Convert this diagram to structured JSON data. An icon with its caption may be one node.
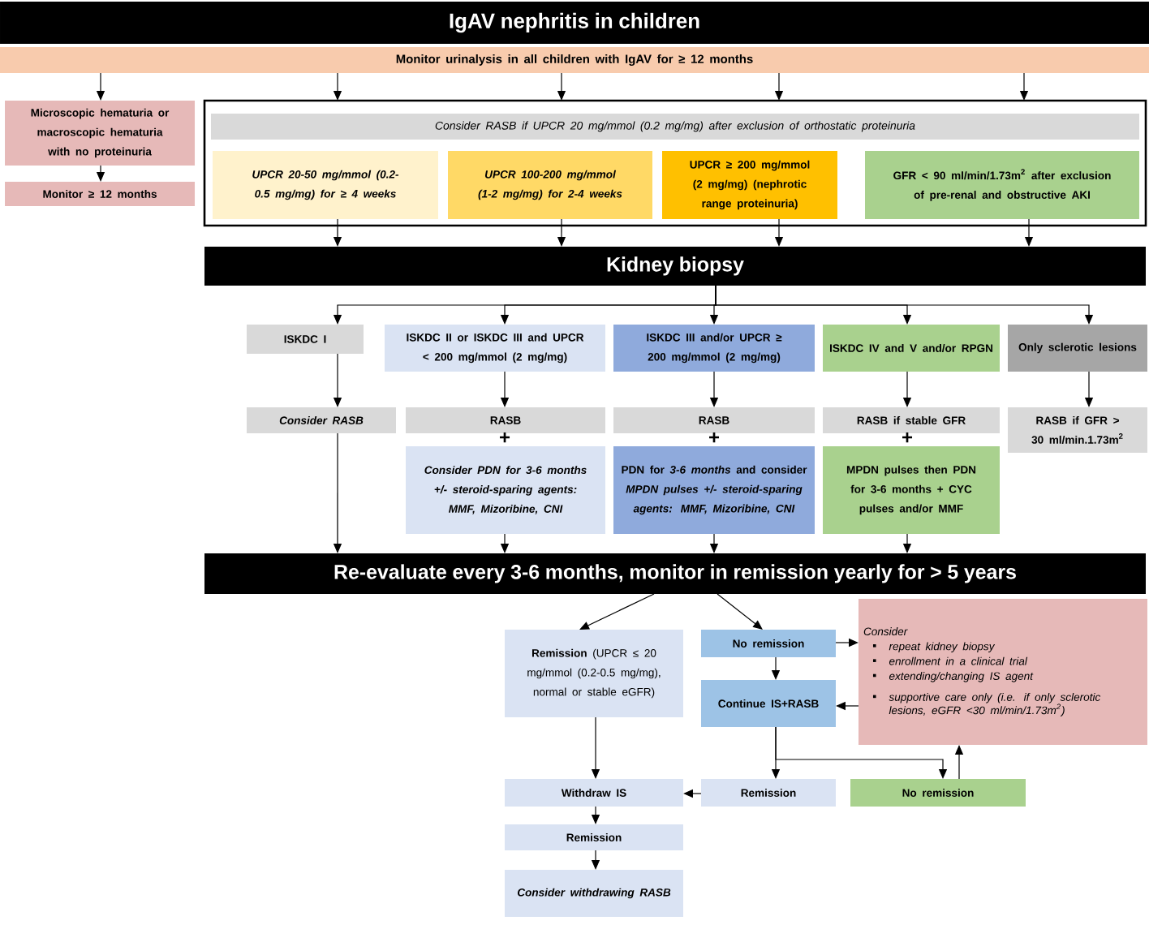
{
  "diagram": {
    "nodes": [
      {
        "text": [
          "IgAV nephritis in children"
        ]
      },
      {
        "text": [
          "Monitor urinalysis in all children with IgAV for ≥ 12 months"
        ]
      },
      {
        "text": [
          "Microscopic hematuria or macroscopic hematuria with no proteinuria"
        ]
      },
      {
        "text": [
          "Monitor ≥ 12 months"
        ]
      },
      {
        "text": [],
        "shape": "box"
      },
      {
        "text": [
          "Consider RASB if UPCR 20 mg/mmol (0.2 mg/mg) after exclusion of orthostatic proteinuria"
        ],
        "in": 4
      },
      {
        "text": [
          "UPCR 20-50 mg/mmol (0.2-0.5 mg/mg) for ≥ 4 weeks"
        ],
        "in": 4
      },
      {
        "text": [
          "UPCR 100-200 mg/mmol (1-2 mg/mg) for 2-4 weeks"
        ],
        "in": 4
      },
      {
        "text": [
          "UPCR ≥ 200 mg/mmol (2 mg/mg) (nephrotic range proteinuria)"
        ],
        "in": 4
      },
      {
        "text": [
          "GFR < 90 ml/min/1.73m$^{2}$ after exclusion of pre-renal and obstructive AKI"
        ],
        "in": 4
      },
      {
        "text": [
          "Kidney biopsy"
        ]
      },
      {
        "text": [
          "ISKDC I"
        ]
      },
      {
        "text": [
          "ISKDC II or ISKDC III and UPCR < 200 mg/mmol (2 mg/mg)"
        ]
      },
      {
        "text": [
          "ISKDC III and/or UPCR ≥ 200 mg/mmol (2 mg/mg)"
        ]
      },
      {
        "text": [
          "ISKDC IV and V and/or RPGN"
        ]
      },
      {
        "text": [
          "Only sclerotic lesions"
        ]
      },
      {
        "text": [
          "Consider RASB"
        ]
      },
      {
        "text": [
          "RASB"
        ]
      },
      {
        "text": [
          "RASB"
        ]
      },
      {
        "text": [
          "RASB if stable GFR"
        ]
      },
      {
        "text": [
          "RASB if GFR > 30 ml/min.1.73m$^{2}$"
        ]
      },
      {
        "text": [
          "Consider PDN for 3-6 months +/- steroid-sparing agents: MMF, Mizoribine, CNI"
        ]
      },
      {
        "text": [
          "PDN for *3-6 months* and consider *MPDN pulses +/- steroid-sparing agents: MMF, Mizoribine, CNI*"
        ]
      },
      {
        "text": [
          "MPDN pulses then PDN for 3-6 months + CYC pulses and/or MMF"
        ]
      },
      {
        "text": [
          "Re-evaluate every 3-6 months, monitor in remission yearly for > 5 years"
        ]
      },
      {
        "text": [
          "**Remission** (UPCR ≤ 20 mg/mmol (0.2-0.5 mg/mg), normal or stable eGFR)"
        ]
      },
      {
        "text": [
          "No remission"
        ]
      },
      {
        "text": [
          "Consider",
          "repeat kidney biopsy",
          "enrollment in a clinical trial",
          "extending/changing IS agent",
          "supportive care only (i.e. if only sclerotic lesions, eGFR <30 ml/min/1.73m$^{2}$)"
        ]
      },
      {
        "text": [
          "Continue IS+RASB"
        ]
      },
      {
        "text": [
          "Withdraw IS"
        ]
      },
      {
        "text": [
          "Remission"
        ]
      },
      {
        "text": [
          "No remission"
        ]
      },
      {
        "text": [
          "Remission"
        ]
      },
      {
        "text": [
          "Consider withdrawing RASB"
        ]
      }
    ],
    "edges": [
      {
        "from": 1,
        "to": 2,
        "arrow": "to"
      },
      {
        "from": 1,
        "to": 4,
        "arrow": "to"
      },
      {
        "from": 1,
        "to": 4,
        "arrow": "to"
      },
      {
        "from": 1,
        "to": 4,
        "arrow": "to"
      },
      {
        "from": 1,
        "to": 4,
        "arrow": "to"
      },
      {
        "from": 2,
        "to": 3,
        "arrow": "to"
      },
      {
        "from": 6,
        "to": 10,
        "arrow": "to"
      },
      {
        "from": 7,
        "to": 10,
        "arrow": "to"
      },
      {
        "from": 8,
        "to": 10,
        "arrow": "to"
      },
      {
        "from": 9,
        "to": 10,
        "arrow": "to"
      },
      {
        "from": 10,
        "to": 11,
        "arrow": "to"
      },
      {
        "from": 10,
        "to": 12,
        "arrow": "to"
      },
      {
        "from": 10,
        "to": 13,
        "arrow": "to"
      },
      {
        "from": 10,
        "to": 14,
        "arrow": "to"
      },
      {
        "from": 10,
        "to": 15,
        "arrow": "to"
      },
      {
        "from": 11,
        "to": 16,
        "arrow": "to"
      },
      {
        "from": 12,
        "to": 17,
        "arrow": "to"
      },
      {
        "from": 13,
        "to": 18,
        "arrow": "to"
      },
      {
        "from": 14,
        "to": 19,
        "arrow": "to"
      },
      {
        "from": 15,
        "to": 20,
        "arrow": "to"
      },
      {
        "from": 16,
        "to": 24,
        "arrow": "to"
      },
      {
        "from": 21,
        "to": 24,
        "arrow": "to"
      },
      {
        "from": 22,
        "to": 24,
        "arrow": "to"
      },
      {
        "from": 23,
        "to": 24,
        "arrow": "to"
      },
      {
        "from": 24,
        "to": 25,
        "arrow": "to"
      },
      {
        "from": 24,
        "to": 26,
        "arrow": "to"
      },
      {
        "from": 26,
        "to": 27,
        "arrow": "to"
      },
      {
        "from": 26,
        "to": 28,
        "arrow": "to"
      },
      {
        "from": 27,
        "to": 28,
        "arrow": "to"
      },
      {
        "from": 28,
        "to": 30,
        "arrow": "to"
      },
      {
        "from": 28,
        "to": 31,
        "arrow": "to"
      },
      {
        "from": 31,
        "to": 27,
        "arrow": "to"
      },
      {
        "from": 30,
        "to": 29,
        "arrow": "to"
      },
      {
        "from": 25,
        "to": 29,
        "arrow": "to"
      },
      {
        "from": 29,
        "to": 32,
        "arrow": "to"
      },
      {
        "from": 32,
        "to": 33,
        "arrow": "to"
      }
    ],
    "labels": [
      "+",
      "+",
      "+"
    ]
  }
}
